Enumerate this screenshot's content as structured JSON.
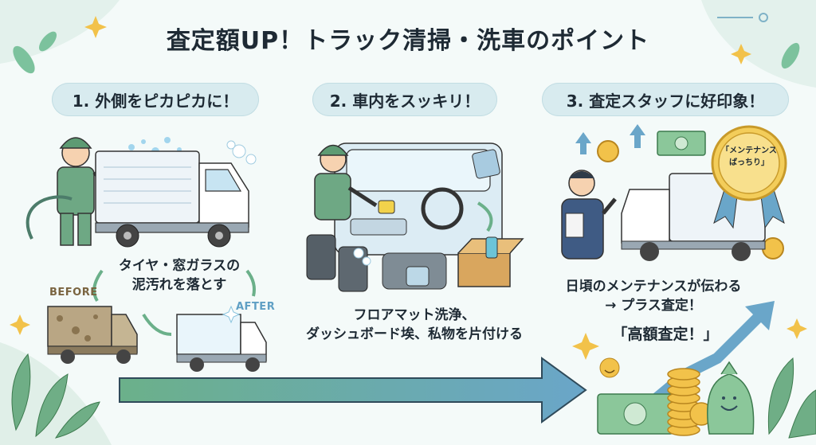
{
  "title": "査定額UP！トラック清掃・洗車のポイント",
  "steps": [
    {
      "label": "1. 外側をピカピカに！",
      "caption_line1": "タイヤ・窓ガラスの",
      "caption_line2": "泥汚れを落とす",
      "before": "BEFORE",
      "after": "AFTER"
    },
    {
      "label": "2. 車内をスッキリ！",
      "caption_line1": "フロアマット洗浄、",
      "caption_line2": "ダッシュボード埃、私物を片付ける"
    },
    {
      "label": "3. 査定スタッフに好印象！",
      "caption_line1": "日頃のメンテナンスが伝わる",
      "caption_line2": "→ プラス査定！",
      "badge_line1": "「メンテナンス",
      "badge_line2": "ばっちり」",
      "callout": "「高額査定！」"
    }
  ],
  "colors": {
    "pill": "#d8ebef",
    "arrow": "#6aa6c9",
    "accent_green": "#6bb08a",
    "gold": "#e5b43c",
    "background": "#f4faf9"
  }
}
